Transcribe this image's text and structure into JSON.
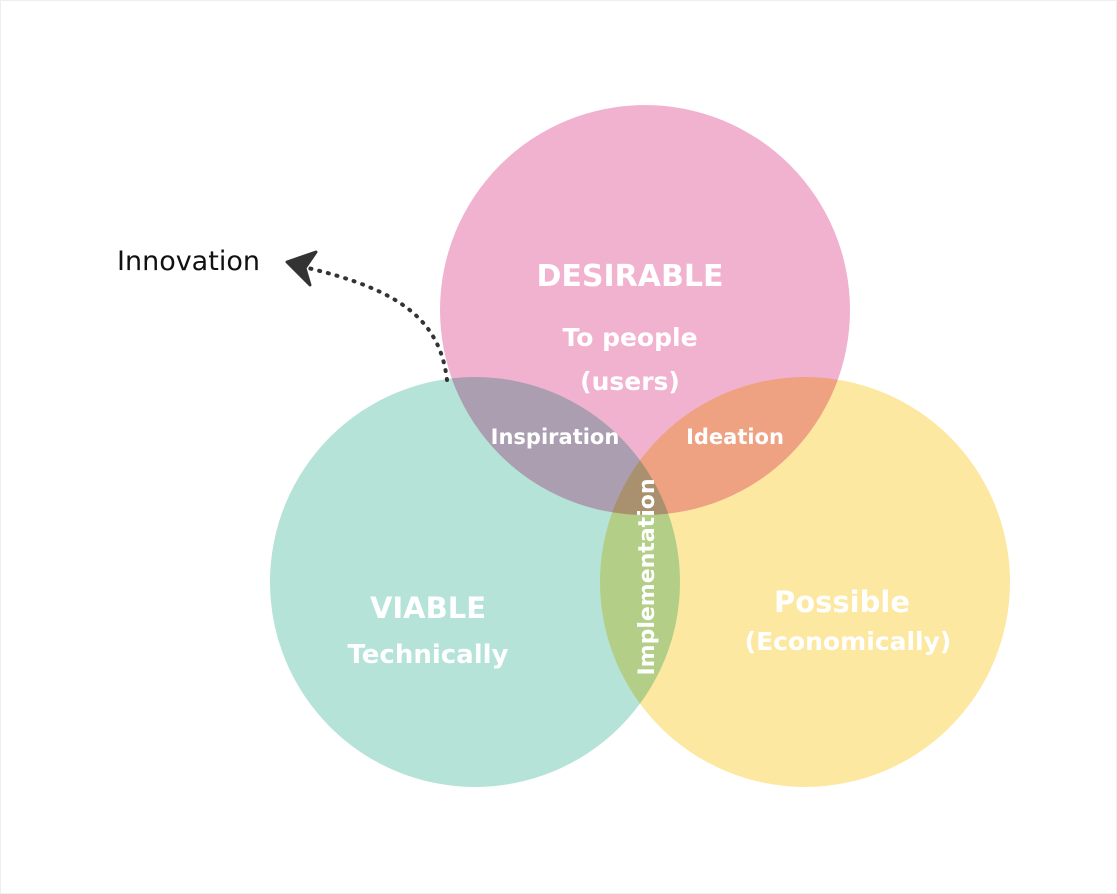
{
  "circles": {
    "desirable": {
      "title": "DESIRABLE",
      "line1": "To people",
      "line2": "(users)",
      "color": "#F1B2D0"
    },
    "viable": {
      "title": "VIABLE",
      "line1": "Technically",
      "color": "#B5E3D8"
    },
    "possible": {
      "title": "Possible",
      "line1": "(Economically)",
      "color": "#FCE8A0"
    }
  },
  "overlaps": {
    "inspiration": "Inspiration",
    "ideation": "Ideation",
    "implementation": "Implementation"
  },
  "annotation": {
    "label": "Innovation",
    "arrow_color": "#333333"
  }
}
